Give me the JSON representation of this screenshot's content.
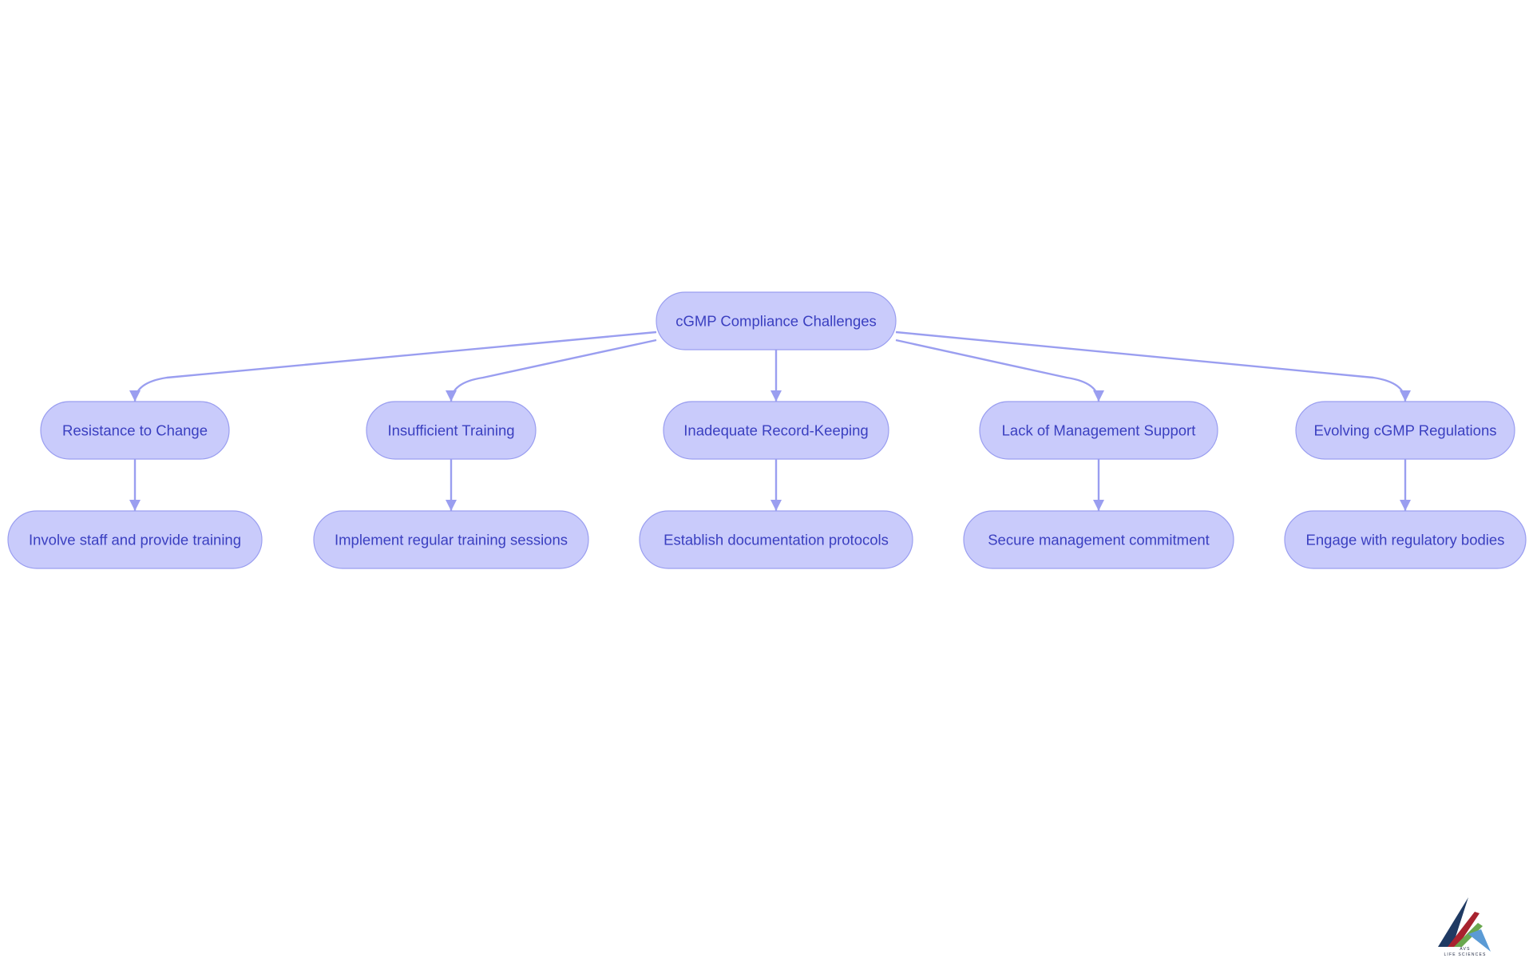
{
  "diagram": {
    "root": {
      "id": "root",
      "label": "cGMP Compliance Challenges"
    },
    "challenges": [
      {
        "id": "c1",
        "label": "Resistance to Change",
        "solution": "Involve staff and provide training"
      },
      {
        "id": "c2",
        "label": "Insufficient Training",
        "solution": "Implement regular training sessions"
      },
      {
        "id": "c3",
        "label": "Inadequate Record-Keeping",
        "solution": "Establish documentation protocols"
      },
      {
        "id": "c4",
        "label": "Lack of Management Support",
        "solution": "Secure management commitment"
      },
      {
        "id": "c5",
        "label": "Evolving cGMP Regulations",
        "solution": "Engage with regulatory bodies"
      }
    ],
    "colors": {
      "node_fill": "#c9cbfb",
      "node_stroke": "#9a9ef0",
      "text": "#3a3fc0",
      "edge": "#9a9ef0"
    }
  },
  "logo": {
    "name": "avs-life-sciences-logo",
    "text_line1": "AVS",
    "text_line2": "LIFE SCIENCES"
  }
}
